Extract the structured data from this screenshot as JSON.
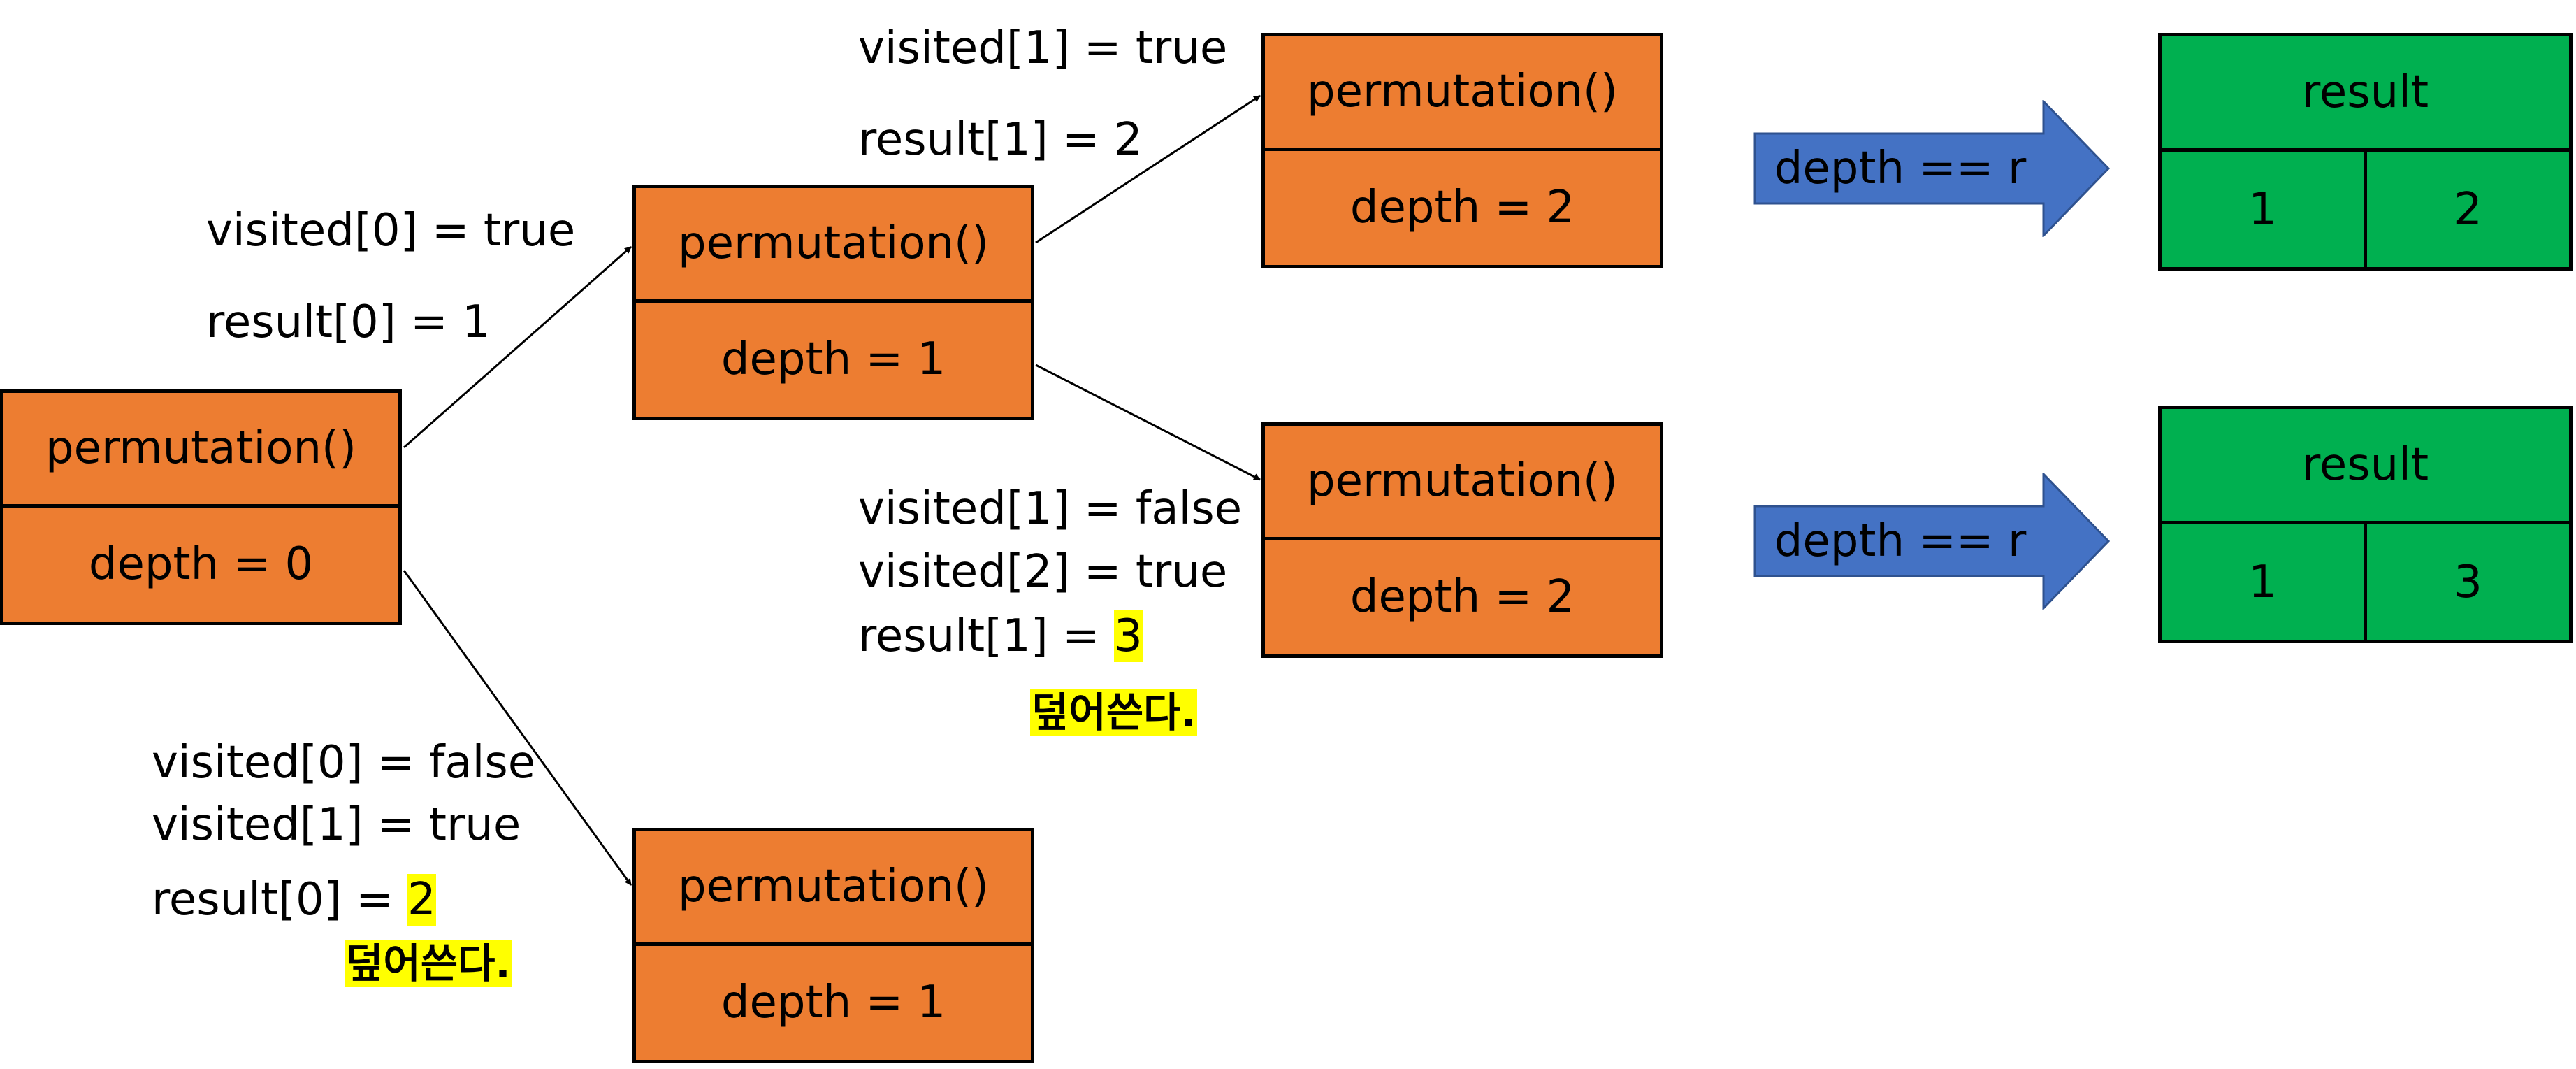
{
  "nodes": {
    "root": {
      "func": "permutation()",
      "depth": "depth = 0"
    },
    "mid_top": {
      "func": "permutation()",
      "depth": "depth = 1"
    },
    "mid_bottom": {
      "func": "permutation()",
      "depth": "depth = 1"
    },
    "leaf_top": {
      "func": "permutation()",
      "depth": "depth = 2"
    },
    "leaf_bottom": {
      "func": "permutation()",
      "depth": "depth = 2"
    }
  },
  "labels": {
    "a_visited": "visited[0] = true",
    "a_result": "result[0] = 1",
    "b_visited0": "visited[0] = false",
    "b_visited1": "visited[1] = true",
    "b_result_prefix": "result[0] = ",
    "b_result_value": "2",
    "b_note": "덮어쓴다.",
    "c_visited": "visited[1] = true",
    "c_result": "result[1] = 2",
    "d_visited1": "visited[1] = false",
    "d_visited2": "visited[2] = true",
    "d_result_prefix": "result[1] = ",
    "d_result_value": "3",
    "d_note": "덮어쓴다."
  },
  "arrows": {
    "top": "depth == r",
    "bottom": "depth == r"
  },
  "results": {
    "top": {
      "title": "result",
      "values": [
        "1",
        "2"
      ]
    },
    "bottom": {
      "title": "result",
      "values": [
        "1",
        "3"
      ]
    }
  },
  "colors": {
    "node_fill": "#ed7d31",
    "result_fill": "#00b050",
    "arrow_fill": "#4472c4",
    "highlight": "#ffff00"
  }
}
